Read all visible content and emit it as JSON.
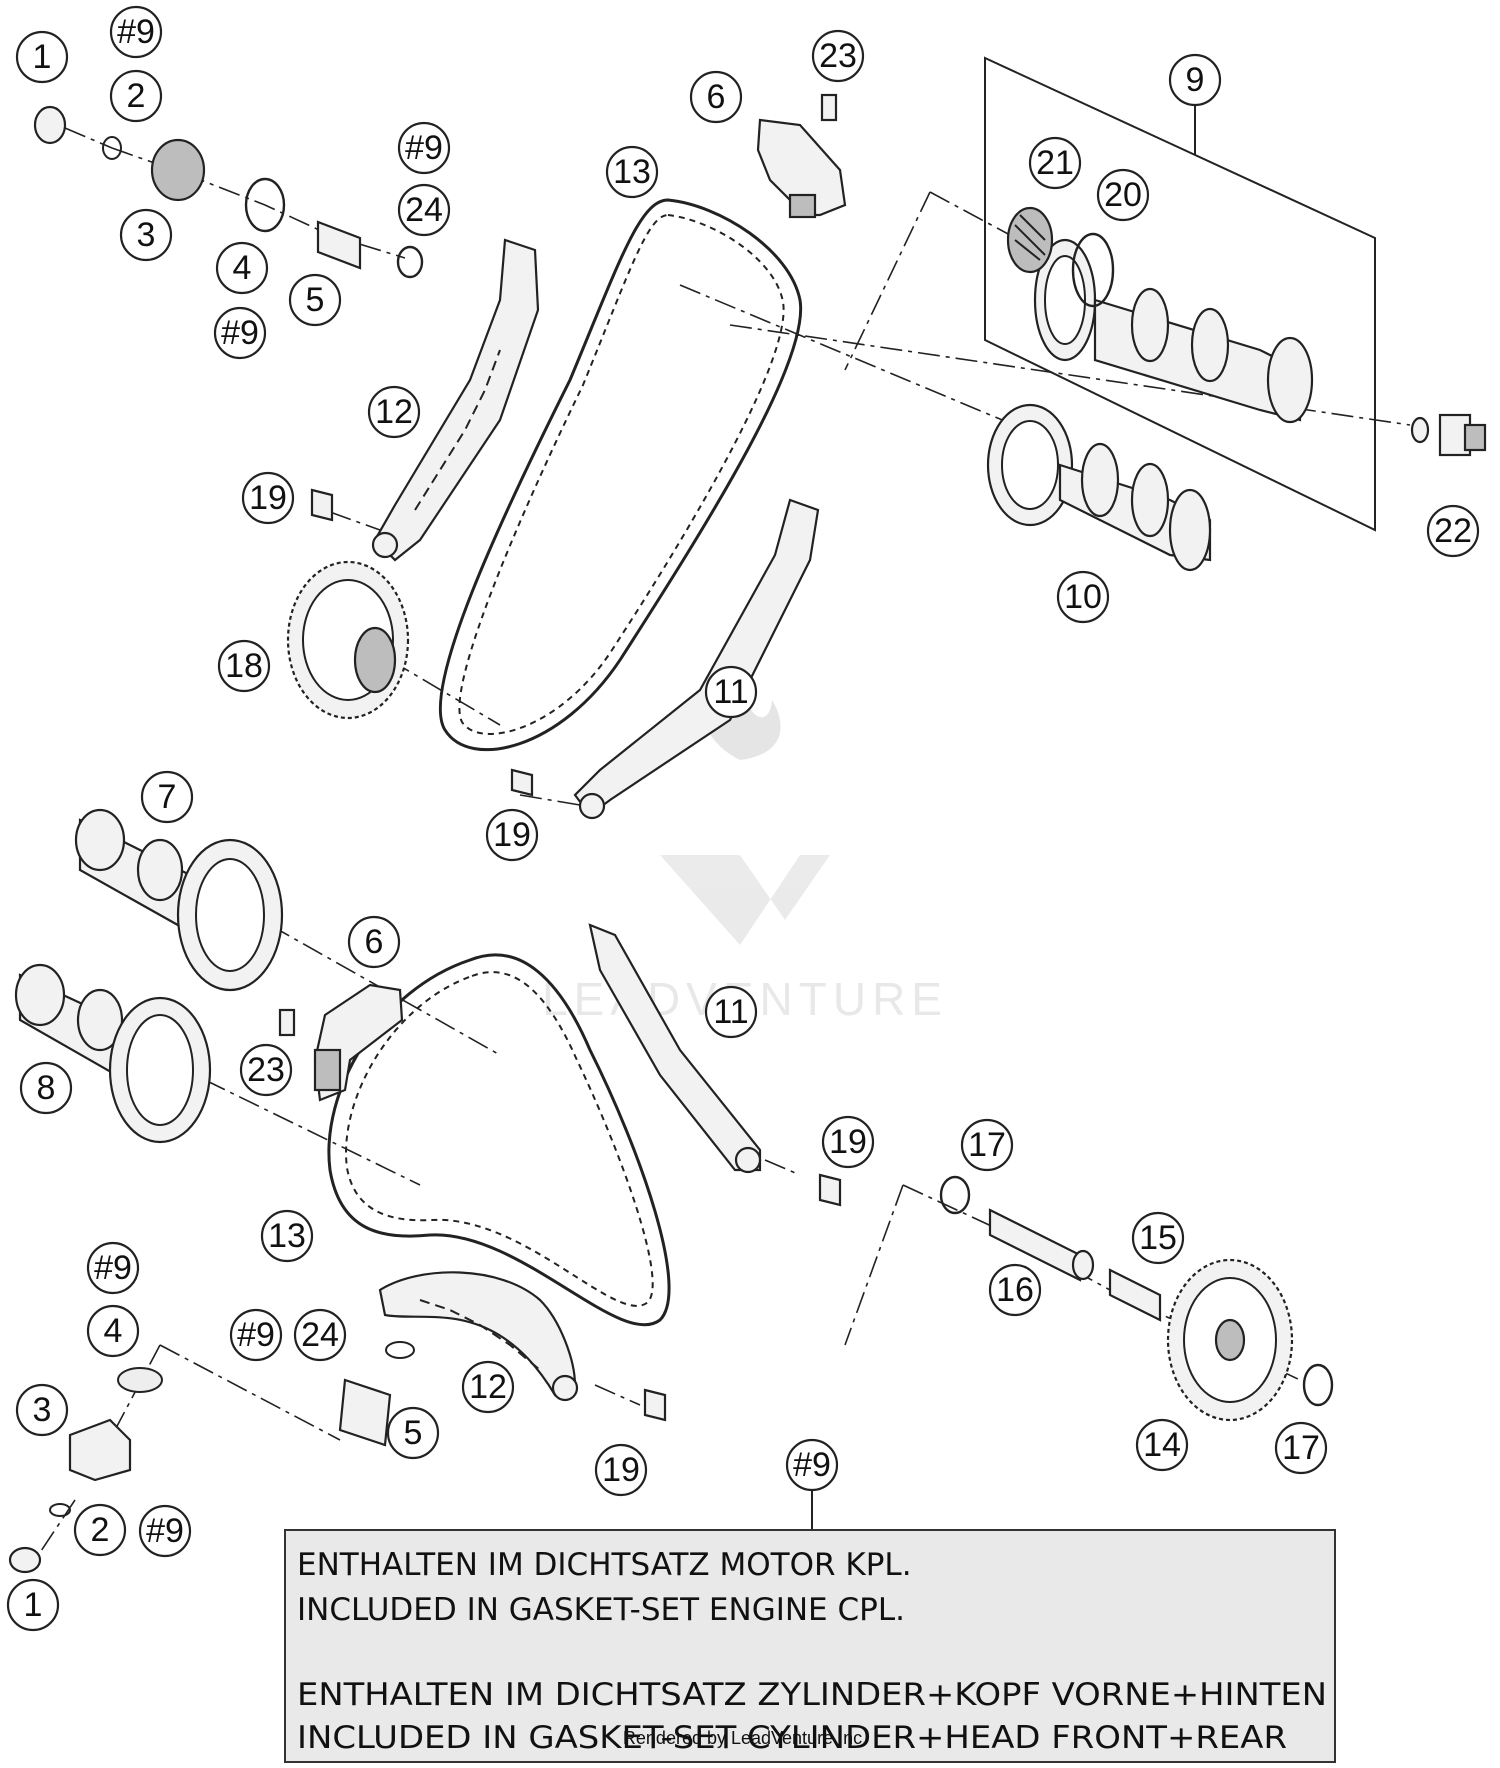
{
  "callouts": [
    {
      "id": "c1a",
      "label": "1"
    },
    {
      "id": "c9a",
      "label": "#9"
    },
    {
      "id": "c2a",
      "label": "2"
    },
    {
      "id": "c3a",
      "label": "3"
    },
    {
      "id": "c4a",
      "label": "4"
    },
    {
      "id": "c9b",
      "label": "#9"
    },
    {
      "id": "c5a",
      "label": "5"
    },
    {
      "id": "c9c",
      "label": "#9"
    },
    {
      "id": "c24a",
      "label": "24"
    },
    {
      "id": "c6a",
      "label": "6"
    },
    {
      "id": "c23a",
      "label": "23"
    },
    {
      "id": "c13a",
      "label": "13"
    },
    {
      "id": "c9d",
      "label": "9"
    },
    {
      "id": "c21",
      "label": "21"
    },
    {
      "id": "c20",
      "label": "20"
    },
    {
      "id": "c12a",
      "label": "12"
    },
    {
      "id": "c19a",
      "label": "19"
    },
    {
      "id": "c22",
      "label": "22"
    },
    {
      "id": "c10",
      "label": "10"
    },
    {
      "id": "c18",
      "label": "18"
    },
    {
      "id": "c11a",
      "label": "11"
    },
    {
      "id": "c19b",
      "label": "19"
    },
    {
      "id": "c7",
      "label": "7"
    },
    {
      "id": "c6b",
      "label": "6"
    },
    {
      "id": "c11b",
      "label": "11"
    },
    {
      "id": "c23b",
      "label": "23"
    },
    {
      "id": "c8",
      "label": "8"
    },
    {
      "id": "c19c",
      "label": "19"
    },
    {
      "id": "c17a",
      "label": "17"
    },
    {
      "id": "c13b",
      "label": "13"
    },
    {
      "id": "c15",
      "label": "15"
    },
    {
      "id": "c16",
      "label": "16"
    },
    {
      "id": "c9e",
      "label": "#9"
    },
    {
      "id": "c4b",
      "label": "4"
    },
    {
      "id": "c9f",
      "label": "#9"
    },
    {
      "id": "c24b",
      "label": "24"
    },
    {
      "id": "c3b",
      "label": "3"
    },
    {
      "id": "c12b",
      "label": "12"
    },
    {
      "id": "c5b",
      "label": "5"
    },
    {
      "id": "c14",
      "label": "14"
    },
    {
      "id": "c17b",
      "label": "17"
    },
    {
      "id": "c19d",
      "label": "19"
    },
    {
      "id": "c2b",
      "label": "2"
    },
    {
      "id": "c9g",
      "label": "#9"
    },
    {
      "id": "c1b",
      "label": "1"
    },
    {
      "id": "c9h",
      "label": "#9"
    }
  ],
  "note": {
    "lines": [
      "ENTHALTEN IM DICHTSATZ MOTOR KPL.",
      "INCLUDED IN GASKET-SET ENGINE CPL.",
      "ENTHALTEN IM DICHTSATZ ZYLINDER+KOPF VORNE+HINTEN",
      "INCLUDED IN GASKET-SET CYLINDER+HEAD FRONT+REAR"
    ]
  },
  "watermark": {
    "brand": "LEADVENTURE"
  },
  "credit": "Rendered by LeadVenture Inc."
}
